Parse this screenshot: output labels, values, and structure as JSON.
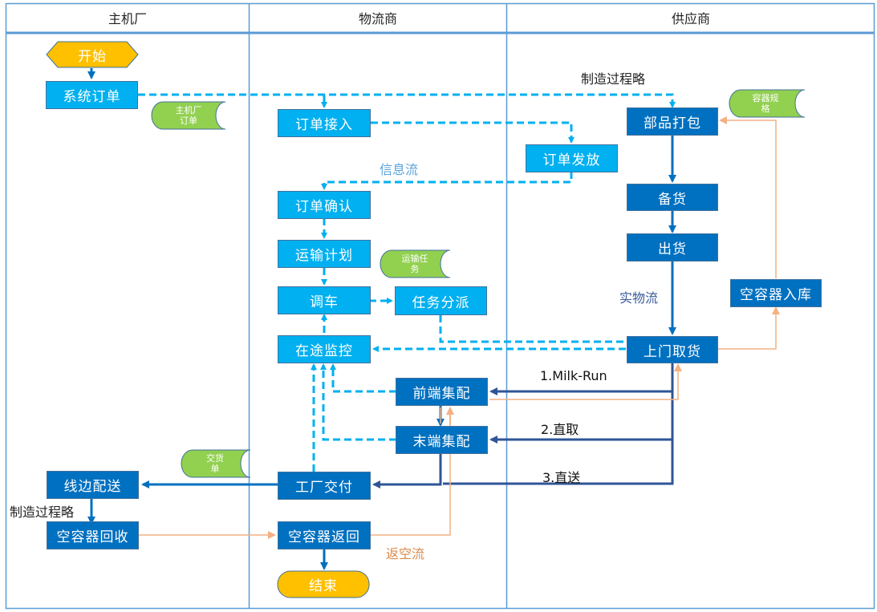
{
  "colors": {
    "lane_border": "#5b9bd5",
    "light_box": "#00b0f0",
    "dark_box": "#0070c0",
    "navy_line": "#2f5597",
    "return_line": "#f4b183",
    "terminal": "#ffc000",
    "document": "#92d050"
  },
  "lanes": [
    {
      "title": "主机厂"
    },
    {
      "title": "物流商"
    },
    {
      "title": "供应商"
    }
  ],
  "nodes": {
    "start": "开始",
    "system_order": "系统订单",
    "order_intake": "订单接入",
    "order_release": "订单发放",
    "parts_packing": "部品打包",
    "order_confirm": "订单确认",
    "transport_plan": "运输计划",
    "dispatch": "调车",
    "task_assign": "任务分派",
    "stock_prep": "备货",
    "shipment": "出货",
    "in_transit_monitor": "在途监控",
    "door_pickup": "上门取货",
    "empty_container_storage": "空容器入库",
    "front_consolidation": "前端集配",
    "end_consolidation": "末端集配",
    "factory_delivery": "工厂交付",
    "lineside_delivery": "线边配送",
    "empty_container_recovery": "空容器回收",
    "empty_container_return": "空容器返回",
    "end": "结束"
  },
  "documents": {
    "oem_order": "主机厂订单",
    "container_spec": "容器规格",
    "transport_task": "运输任务",
    "delivery_note": "交货单"
  },
  "labels": {
    "manufacturing_omitted_top": "制造过程略",
    "manufacturing_omitted_bottom": "制造过程略",
    "info_flow": "信息流",
    "physical_flow": "实物流",
    "return_flow": "返空流",
    "route_1": "1.Milk-Run",
    "route_2": "2.直取",
    "route_3": "3.直送"
  }
}
